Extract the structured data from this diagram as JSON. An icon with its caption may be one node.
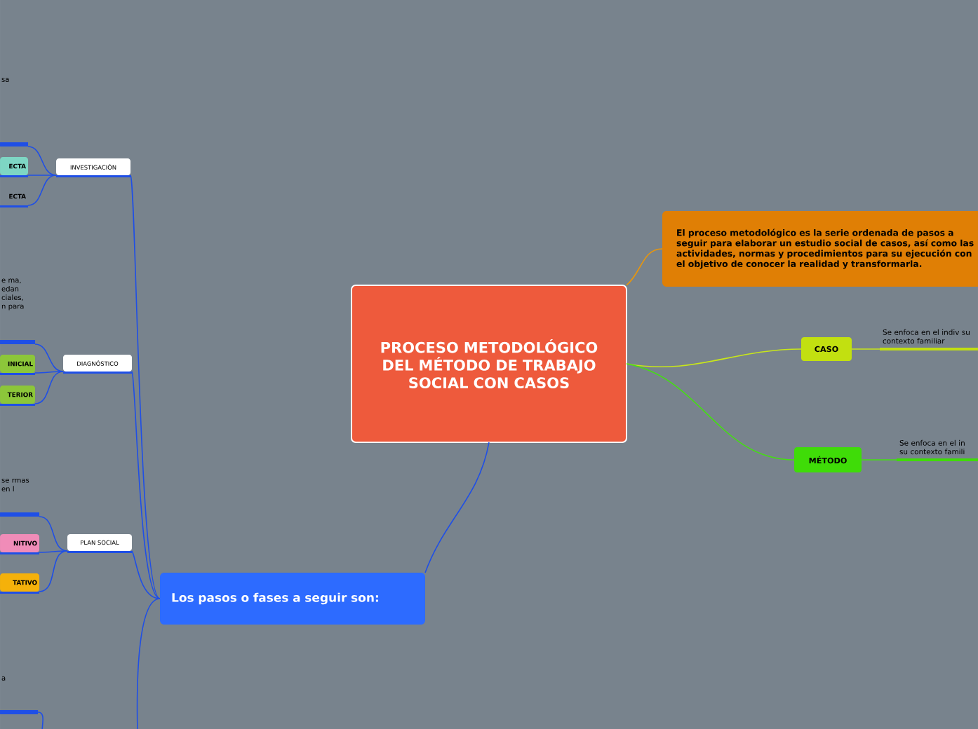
{
  "diagram": {
    "nodes": [
      {
        "text": [
          "PROCESO METODOLÓGICO DEL MÉTODO DE TRABAJO SOCIAL CON CASOS"
        ]
      },
      {
        "text": [
          "El proceso metodológico es la serie ordenada de pasos a seguir  para elaborar un estudio social de casos, así como las actividades, normas y procedimientos para su ejecución con el objetivo de conocer la realidad y transformarla."
        ]
      },
      {
        "text": [
          "CASO"
        ]
      },
      {
        "text": [
          "Se enfoca en el indiv su contexto familiar"
        ]
      },
      {
        "text": [
          "MÉTODO"
        ]
      },
      {
        "text": [
          "Se enfoca en el in su contexto famili"
        ]
      },
      {
        "text": [
          "Los pasos o fases  a seguir son:"
        ]
      },
      {
        "text": [
          "INVESTIGACIÓN"
        ]
      },
      {
        "text": [
          "DIAGNÓSTICO"
        ]
      },
      {
        "text": [
          "PLAN SOCIAL"
        ]
      },
      {
        "text": [],
        "shape": "bar"
      },
      {
        "text": [
          "ECTA"
        ]
      },
      {
        "text": [
          "ECTA"
        ]
      },
      {
        "text": [],
        "shape": "bar"
      },
      {
        "text": [
          "INICIAL"
        ]
      },
      {
        "text": [
          "TERIOR"
        ]
      },
      {
        "text": [],
        "shape": "bar"
      },
      {
        "text": [
          "NITIVO"
        ]
      },
      {
        "text": [
          "TATIVO"
        ]
      },
      {
        "text": [],
        "shape": "bar"
      }
    ],
    "edges": [
      {
        "from": 0,
        "to": 1,
        "arrow": "none",
        "color": "#e8960c"
      },
      {
        "from": 0,
        "to": 2,
        "arrow": "none",
        "color": "#c8e61a"
      },
      {
        "from": 2,
        "to": 3,
        "arrow": "none",
        "color": "#c8e61a"
      },
      {
        "from": 0,
        "to": 4,
        "arrow": "none",
        "color": "#44e010"
      },
      {
        "from": 4,
        "to": 5,
        "arrow": "none",
        "color": "#44e010"
      },
      {
        "from": 0,
        "to": 6,
        "arrow": "none"
      },
      {
        "from": 6,
        "to": 7,
        "arrow": "none"
      },
      {
        "from": 6,
        "to": 8,
        "arrow": "none"
      },
      {
        "from": 6,
        "to": 9,
        "arrow": "none"
      },
      {
        "from": 6,
        "to": null,
        "arrow": "none"
      },
      {
        "from": 7,
        "to": 10,
        "arrow": "none"
      },
      {
        "from": 7,
        "to": 11,
        "arrow": "none"
      },
      {
        "from": 7,
        "to": 12,
        "arrow": "none"
      },
      {
        "from": 8,
        "to": 13,
        "arrow": "none"
      },
      {
        "from": 8,
        "to": 14,
        "arrow": "none"
      },
      {
        "from": 8,
        "to": 15,
        "arrow": "none"
      },
      {
        "from": 9,
        "to": 16,
        "arrow": "none"
      },
      {
        "from": 9,
        "to": 17,
        "arrow": "none"
      },
      {
        "from": 9,
        "to": 18,
        "arrow": "none"
      },
      {
        "from": null,
        "to": 19,
        "arrow": "none"
      }
    ],
    "labels": [
      "sa",
      "e ma, edan ciales, n para",
      "se rmas en l",
      "a"
    ]
  }
}
